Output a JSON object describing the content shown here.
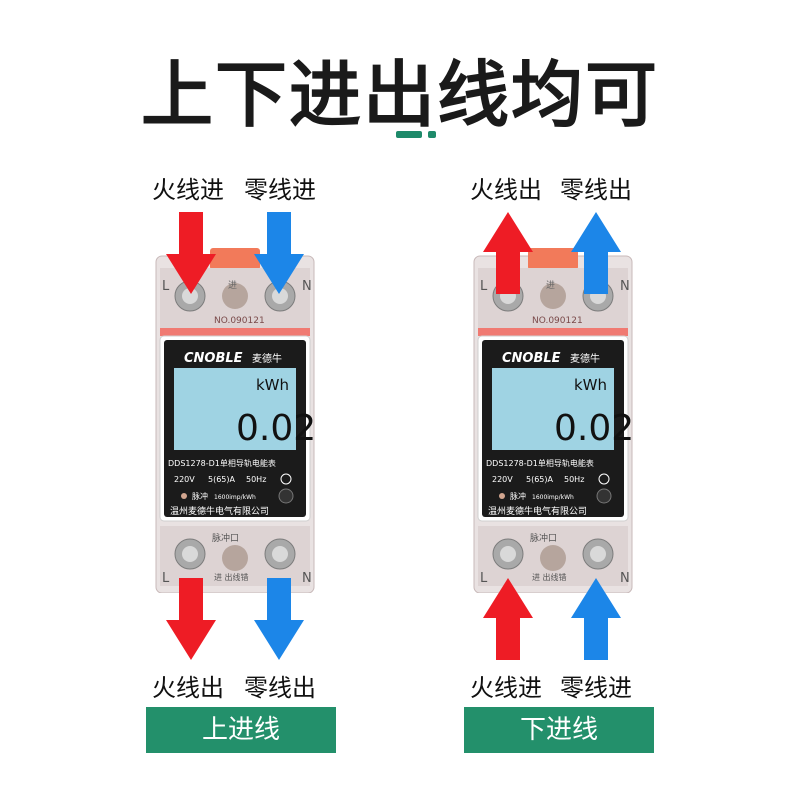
{
  "headline": "上下进出线均可",
  "colors": {
    "live": "#ee1c25",
    "neutral": "#1c86e8",
    "button": "#23906b",
    "accent": "#1e8a6a"
  },
  "left": {
    "top_labels": [
      "火线进",
      "零线进"
    ],
    "bottom_labels": [
      "火线出",
      "零线出"
    ],
    "button": "上进线"
  },
  "right": {
    "top_labels": [
      "火线出",
      "零线出"
    ],
    "bottom_labels": [
      "火线进",
      "零线进"
    ],
    "button": "下进线"
  },
  "meter": {
    "brand": "CNOBLE",
    "brand_cn": "麦德牛",
    "unit": "kWh",
    "reading": "0.02",
    "model": "DDS1278-D1单相导轨电能表",
    "voltage": "220V",
    "current": "5(65)A",
    "frequency": "50Hz",
    "pulse_label": "脉冲",
    "pulse_rate": "1600imp/kWh",
    "company": "温州麦德牛电气有限公司",
    "serial": "NO.090121",
    "top_stamp": "进",
    "bottom_stamp1": "脉冲口",
    "bottom_stamp2": "进 出线错",
    "terminal_l": "L",
    "terminal_n": "N"
  }
}
